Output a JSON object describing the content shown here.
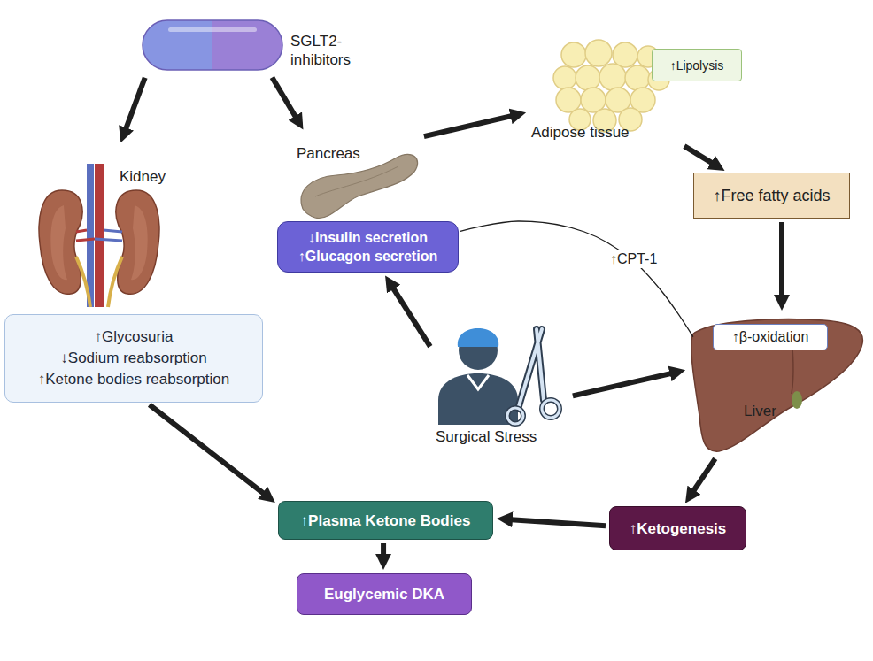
{
  "diagram": {
    "nodes": [
      {
        "text": [
          "SGLT2-inhibitors"
        ]
      },
      {
        "text": [
          "Adipose tissue"
        ]
      },
      {
        "text": [
          "↑Lipolysis"
        ],
        "in": 1
      },
      {
        "text": [
          "Kidney"
        ]
      },
      {
        "text": [
          "Pancreas"
        ]
      },
      {
        "text": [
          "↑Free fatty acids"
        ]
      },
      {
        "text": [
          "↓Insulin secretion",
          "↑Glucagon secretion"
        ]
      },
      {
        "text": [
          "Liver"
        ]
      },
      {
        "text": [
          "↑β-oxidation"
        ],
        "in": 7
      },
      {
        "text": [
          "↑Glycosuria",
          "↓Sodium reabsorption",
          "↑Ketone bodies reabsorption"
        ]
      },
      {
        "text": [
          "Surgical Stress"
        ]
      },
      {
        "text": [
          "↑Plasma Ketone Bodies"
        ]
      },
      {
        "text": [
          "↑Ketogenesis"
        ]
      },
      {
        "text": [
          "Euglycemic DKA"
        ]
      }
    ],
    "edges": [
      {
        "from": 0,
        "to": 3,
        "arrow": "to"
      },
      {
        "from": 0,
        "to": 4,
        "arrow": "to"
      },
      {
        "from": 4,
        "to": 1,
        "arrow": "to"
      },
      {
        "from": 1,
        "to": 5,
        "arrow": "to"
      },
      {
        "from": 5,
        "to": 7,
        "arrow": "to"
      },
      {
        "from": 6,
        "to": 7,
        "label": "↑CPT-1",
        "arrow": "none"
      },
      {
        "from": 10,
        "to": 6,
        "arrow": "to"
      },
      {
        "from": 10,
        "to": 7,
        "arrow": "to"
      },
      {
        "from": 9,
        "to": 11,
        "arrow": "to"
      },
      {
        "from": 7,
        "to": 12,
        "arrow": "to"
      },
      {
        "from": 12,
        "to": 11,
        "arrow": "to"
      },
      {
        "from": 11,
        "to": 13,
        "arrow": "to"
      }
    ]
  }
}
